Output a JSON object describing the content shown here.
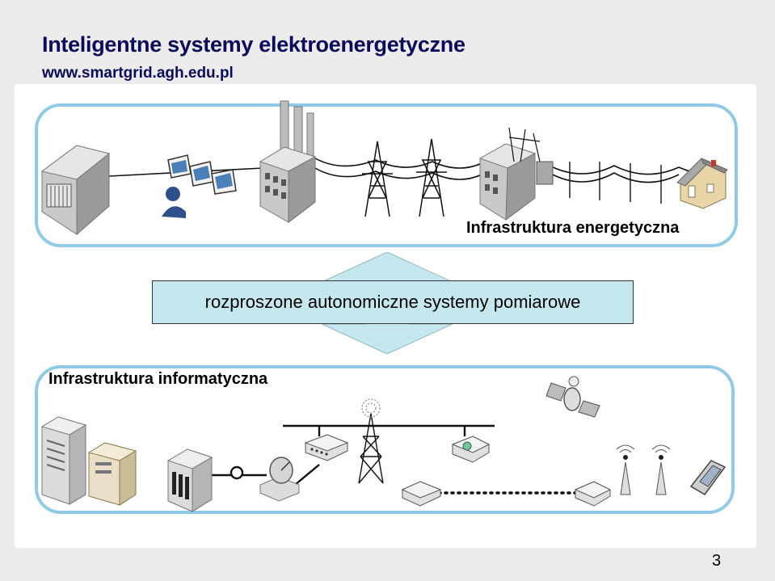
{
  "slide": {
    "title": "Inteligentne systemy elektroenergetyczne",
    "subtitle": "www.smartgrid.agh.edu.pl",
    "page_number": "3"
  },
  "diagram": {
    "energy_label": "Infrastruktura energetyczna",
    "measurement_label": "rozproszone autonomiczne systemy pomiarowe",
    "it_label": "Infrastruktura informatyczna"
  },
  "colors": {
    "title": "#0a0a5c",
    "box_border": "#8fcbe6",
    "arrow_fill": "#c5e8ee",
    "building": "#b9b9b9"
  }
}
